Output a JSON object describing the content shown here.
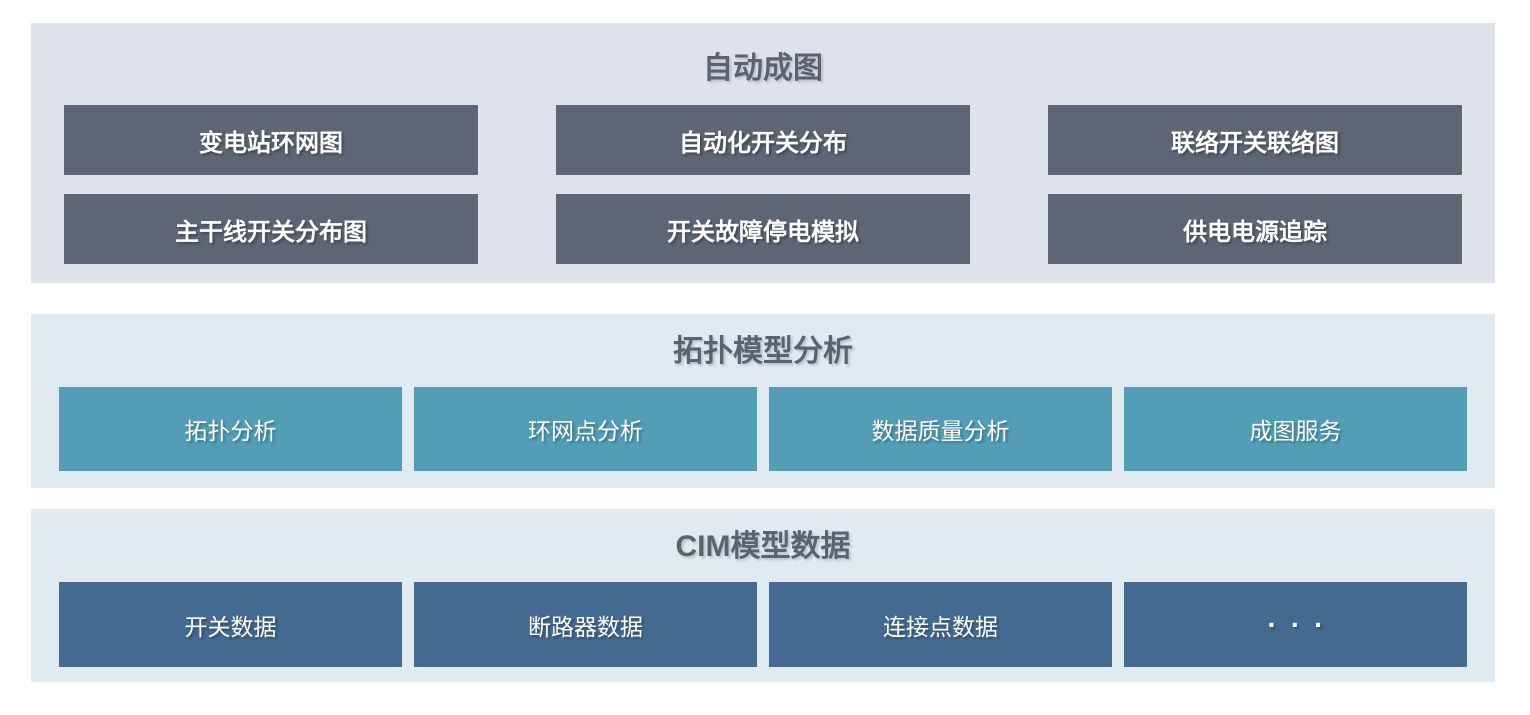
{
  "sections": [
    {
      "title": "自动成图",
      "buttons": [
        "变电站环网图",
        "自动化开关分布",
        "联络开关联络图",
        "主干线开关分布图",
        "开关故障停电模拟",
        "供电电源追踪"
      ]
    },
    {
      "title": "拓扑模型分析",
      "buttons": [
        "拓扑分析",
        "环网点分析",
        "数据质量分析",
        "成图服务"
      ]
    },
    {
      "title": "CIM模型数据",
      "buttons": [
        "开关数据",
        "断路器数据",
        "连接点数据",
        "···"
      ]
    }
  ],
  "colors": {
    "top_panel_bg": "#dee2eb",
    "top_block_bg": "#5c6674",
    "light_panel_bg": "#dfeaf1",
    "teal_block_bg": "#539eb6",
    "blue_block_bg": "#456a91",
    "title_text": "#5a6370",
    "block_text": "#ffffff"
  }
}
